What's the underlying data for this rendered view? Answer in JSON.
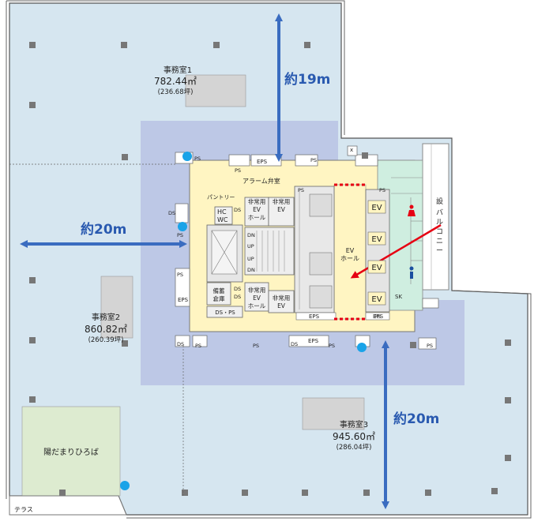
{
  "rooms": {
    "office1": {
      "name": "事務室1",
      "area_m2": "782.44㎡",
      "area_tsubo": "(236.68坪)"
    },
    "office2": {
      "name": "事務室2",
      "area_m2": "860.82㎡",
      "area_tsubo": "(260.39坪)"
    },
    "office3": {
      "name": "事務室3",
      "area_m2": "945.60㎡",
      "area_tsubo": "(286.04坪)"
    }
  },
  "dimensions": {
    "north": "約19m",
    "west": "約20m",
    "south": "約20m"
  },
  "core": {
    "alarm_valve": "アラーム弁室",
    "pantry": "パントリー",
    "emergency_hall_top": [
      "非常用",
      "EV",
      "ホール"
    ],
    "emergency_ev_top": [
      "非常用",
      "EV"
    ],
    "emergency_hall_bottom": [
      "非常用",
      "EV",
      "ホール"
    ],
    "emergency_ev_bottom": [
      "非常用",
      "EV"
    ],
    "ev_hall": [
      "EV",
      "ホール"
    ],
    "ev": [
      "EV",
      "EV",
      "EV",
      "EV"
    ],
    "storage": [
      "備蓄",
      "倉庫"
    ],
    "ds_ps": "DS・PS",
    "sk": "SK",
    "hc": "HC",
    "wc": "WC",
    "eps": "EPS",
    "ps": "PS",
    "ds": "DS",
    "up": "UP",
    "dn": "DN",
    "x": "x"
  },
  "balcony": [
    "設",
    "バ",
    "ル",
    "コ",
    "ニ",
    "ー"
  ],
  "hidamari": "陽だまりひろば",
  "terrace": "テラス",
  "colors": {
    "office": "#d6e6f0",
    "core_zone": "#b8c2e4",
    "core": "#fff5c2",
    "toilet": "#cfeee0",
    "hidamari": "#ddebd0",
    "arrow": "#3a6cc0",
    "red": "#e60012",
    "marker": "#1aa3e8"
  }
}
